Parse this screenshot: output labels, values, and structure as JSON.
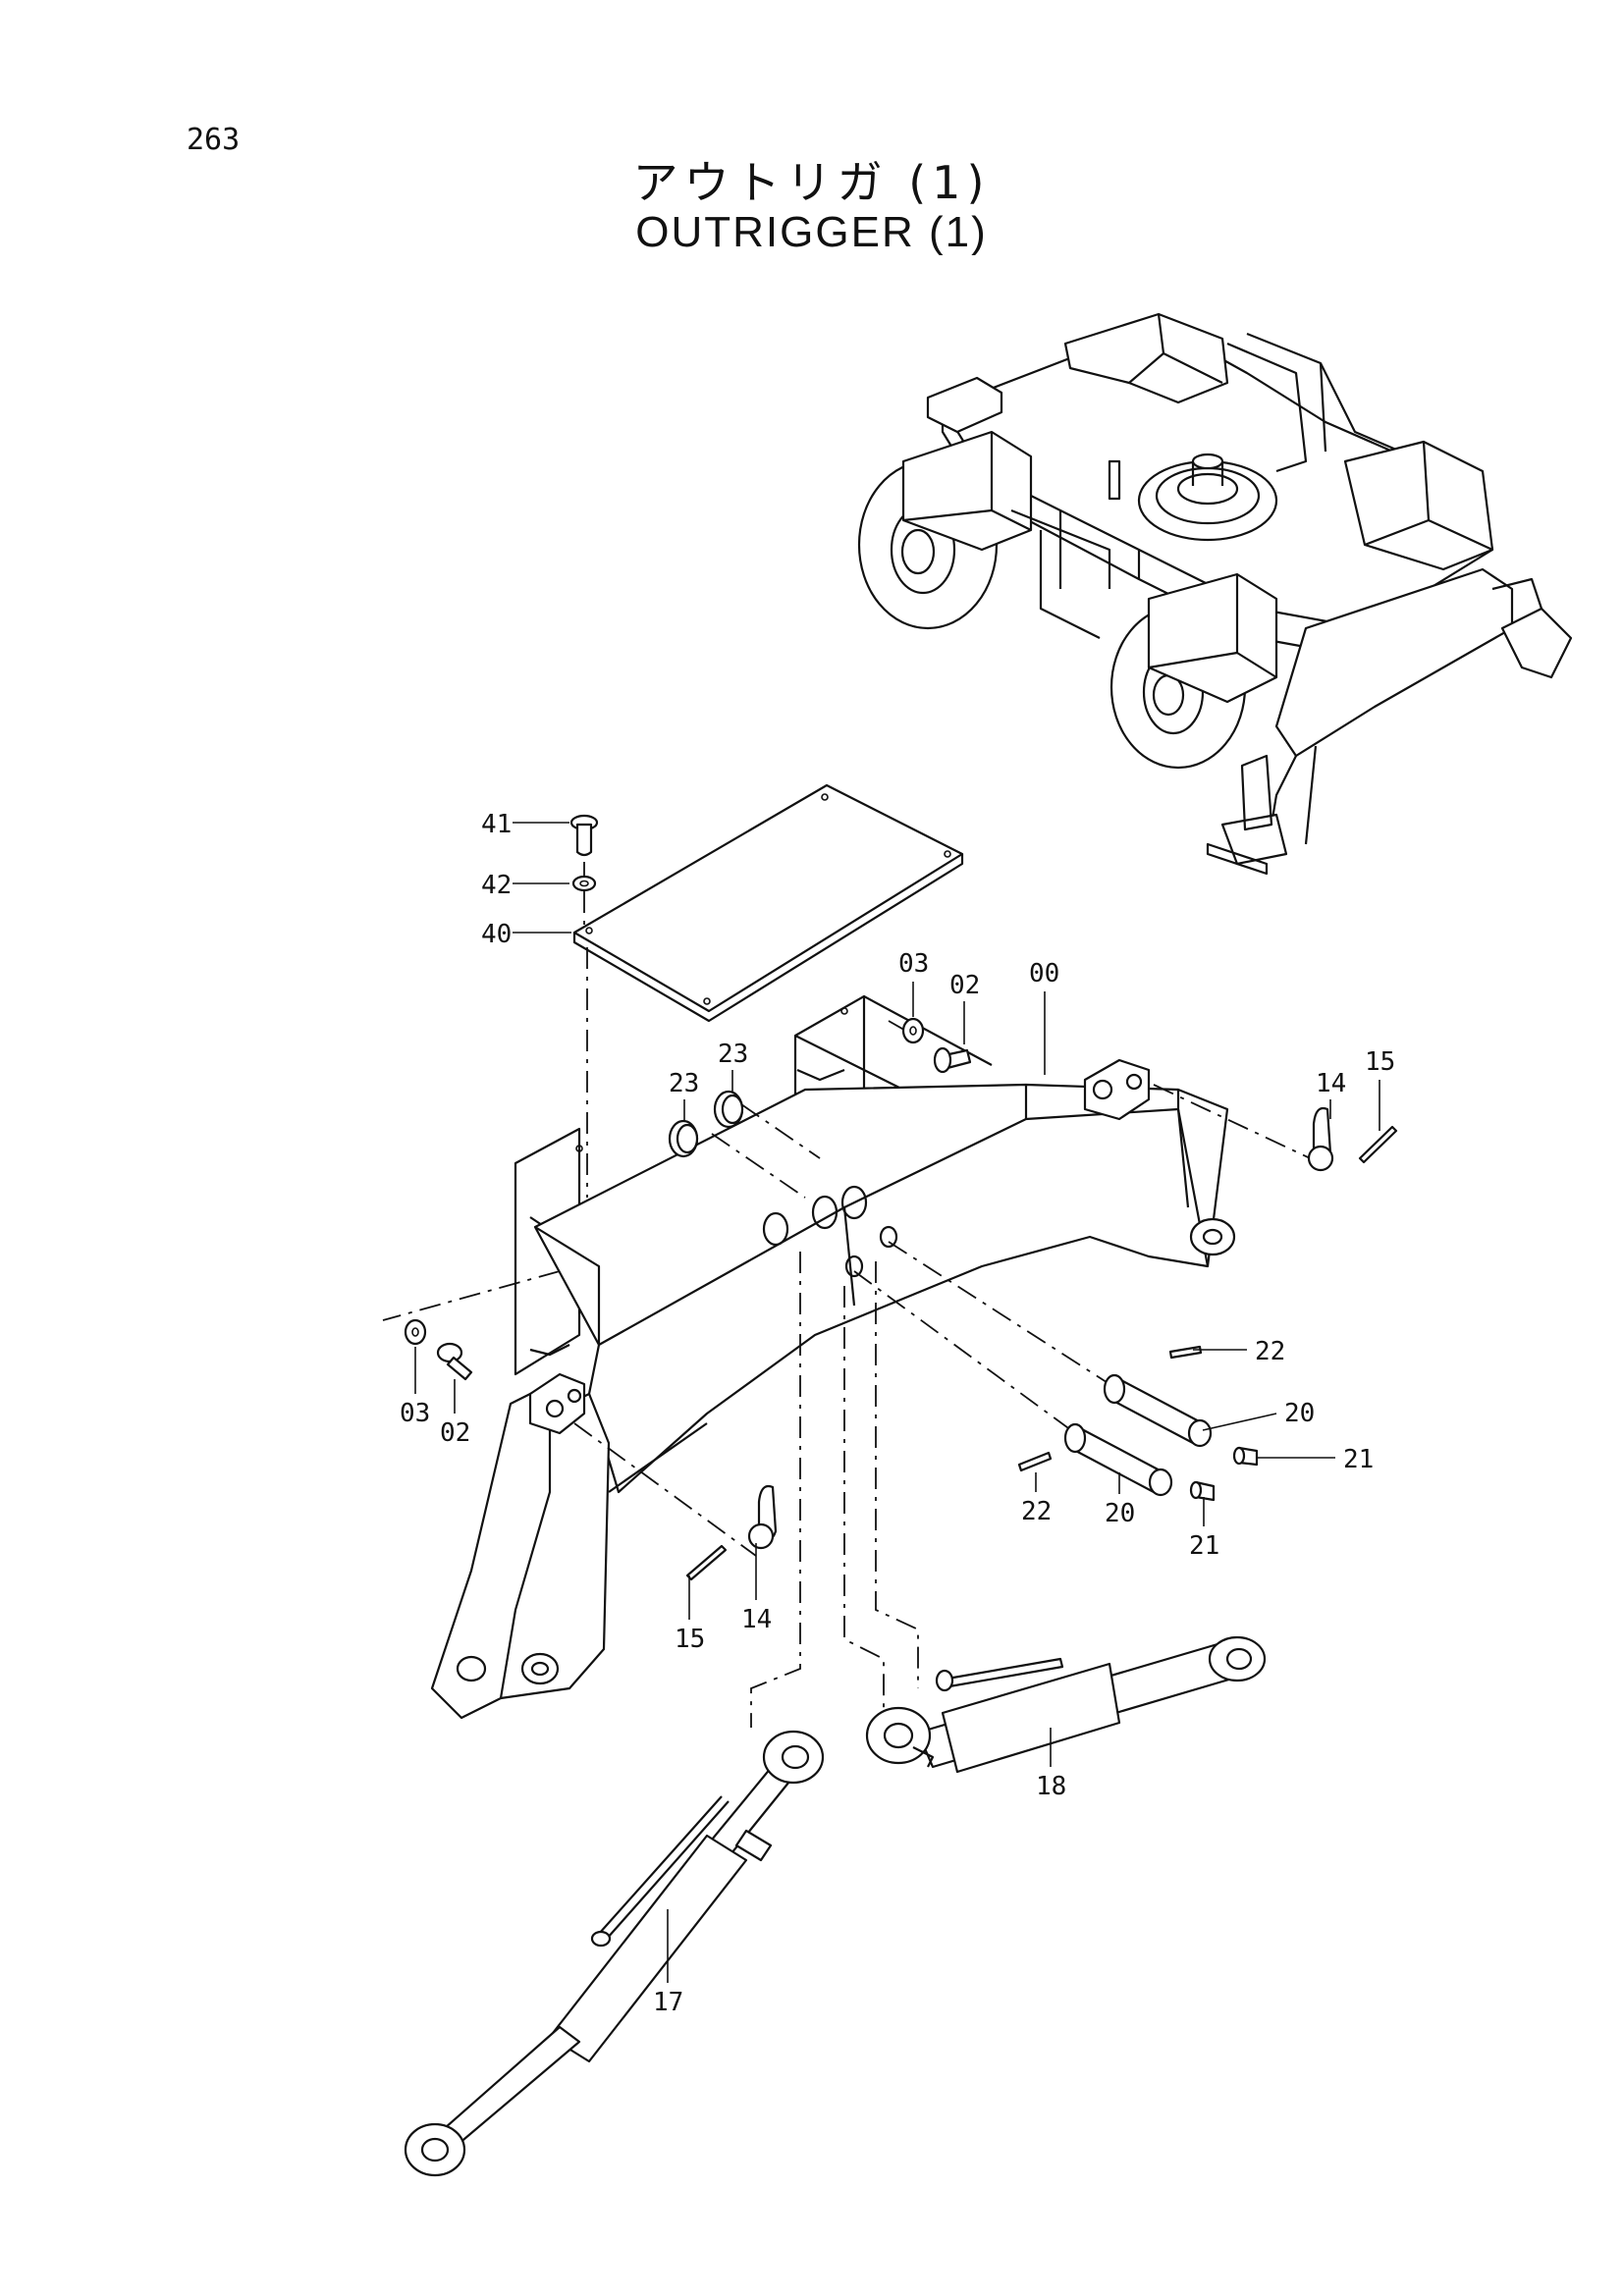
{
  "page": {
    "number": "263"
  },
  "title": {
    "japanese": "アウトリガ (1)",
    "english": "OUTRIGGER (1)"
  },
  "parts": [
    {
      "id": "41",
      "label": "41"
    },
    {
      "id": "42",
      "label": "42"
    },
    {
      "id": "40",
      "label": "40"
    },
    {
      "id": "03a",
      "label": "03"
    },
    {
      "id": "02a",
      "label": "02"
    },
    {
      "id": "00",
      "label": "00"
    },
    {
      "id": "23a",
      "label": "23"
    },
    {
      "id": "23b",
      "label": "23"
    },
    {
      "id": "14a",
      "label": "14"
    },
    {
      "id": "15a",
      "label": "15"
    },
    {
      "id": "03b",
      "label": "03"
    },
    {
      "id": "02b",
      "label": "02"
    },
    {
      "id": "22a",
      "label": "22"
    },
    {
      "id": "20a",
      "label": "20"
    },
    {
      "id": "21a",
      "label": "21"
    },
    {
      "id": "22b",
      "label": "22"
    },
    {
      "id": "20b",
      "label": "20"
    },
    {
      "id": "21b",
      "label": "21"
    },
    {
      "id": "15b",
      "label": "15"
    },
    {
      "id": "14b",
      "label": "14"
    },
    {
      "id": "18",
      "label": "18"
    },
    {
      "id": "17",
      "label": "17"
    }
  ]
}
